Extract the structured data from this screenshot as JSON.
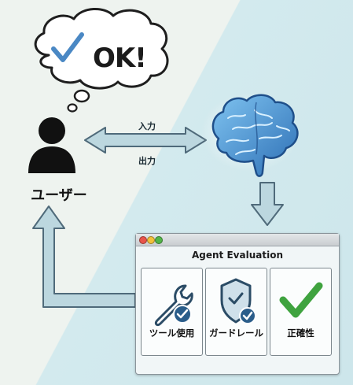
{
  "bubble": {
    "text": "OK!",
    "icon": "checkmark-icon"
  },
  "user": {
    "label": "ユーザー",
    "icon": "user-icon"
  },
  "arrows": {
    "input_label": "入力",
    "output_label": "出力"
  },
  "brain": {
    "icon": "brain-icon"
  },
  "window": {
    "title": "Agent Evaluation",
    "cards": [
      {
        "label": "ツール使用",
        "icon": "wrench-check-icon"
      },
      {
        "label": "ガードレール",
        "icon": "shield-check-icon"
      },
      {
        "label": "正確性",
        "icon": "checkmark-icon"
      }
    ]
  },
  "colors": {
    "accent_blue": "#4a88c4",
    "check_green": "#3fa33f",
    "arrow_fill": "#bcd7df",
    "arrow_stroke": "#4f6a7a"
  }
}
